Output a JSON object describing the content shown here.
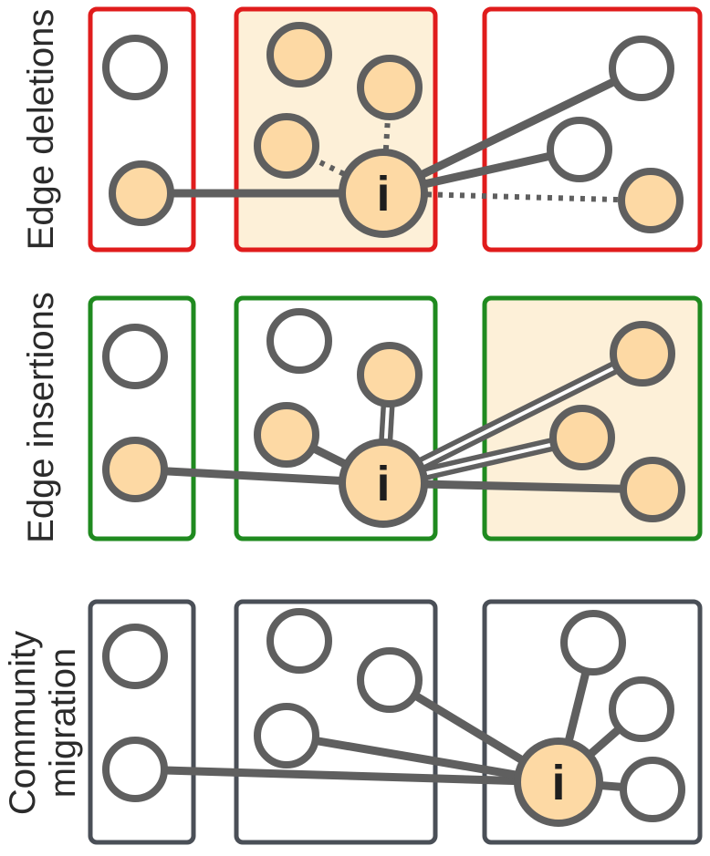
{
  "rows": [
    {
      "label": "Edge deletions",
      "accent": "#e01c1c",
      "focus_node_label": "i"
    },
    {
      "label": "Edge insertions",
      "accent": "#1f8a1f",
      "focus_node_label": "i"
    },
    {
      "label_lines": [
        "Community",
        "migration"
      ],
      "accent": "#4a4f57",
      "focus_node_label": "i"
    }
  ],
  "colors": {
    "node_fill_active": "#fdd9a4",
    "node_fill_inactive": "#ffffff",
    "node_stroke": "#5f5f5f",
    "edge": "#5f5f5f",
    "community_highlight": "#fdf0d8"
  }
}
